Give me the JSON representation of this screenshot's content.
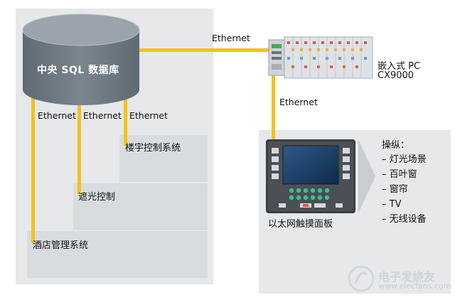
{
  "database": {
    "label": "中央 SQL 数据库"
  },
  "links": {
    "top": "Ethernet",
    "vertical": "Ethernet",
    "db_left": "Ethernet",
    "db_middle": "Ethernet",
    "db_right": "Ethernet"
  },
  "pc": {
    "line1": "嵌入式 PC",
    "line2": "CX9000"
  },
  "systems": {
    "building": "楼宇控制系统",
    "shading": "遮光控制",
    "hotel": "酒店管理系统"
  },
  "panel": {
    "label": "以太网触摸面板"
  },
  "operation": {
    "title": "操纵：",
    "items": [
      "– 灯光场景",
      "– 百叶窗",
      "– 窗帘",
      "– TV",
      "– 无线设备"
    ]
  },
  "watermark": {
    "title": "电子发烧友",
    "url": "www.elecfans.com"
  },
  "colors": {
    "link": "#f2c21b",
    "database": "#6f7982",
    "panel": "#e6e8ea",
    "box": "#d9dcdf"
  }
}
